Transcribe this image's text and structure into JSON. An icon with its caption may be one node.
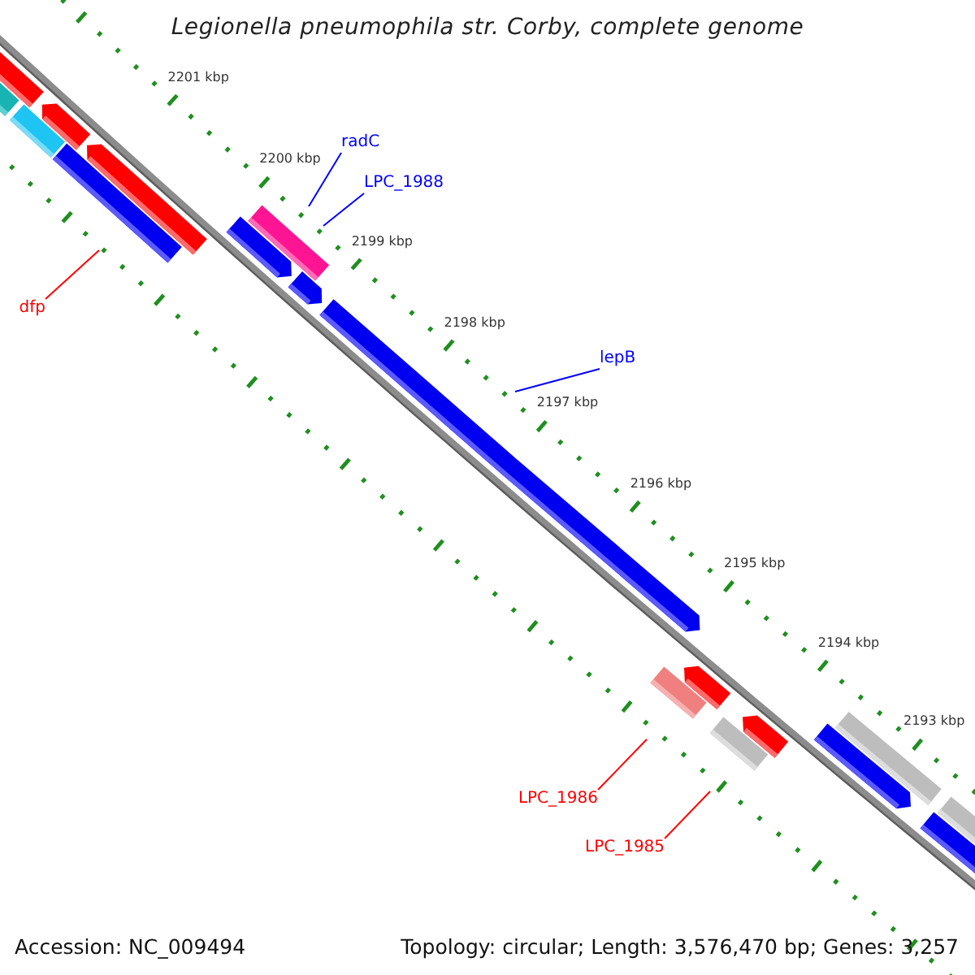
{
  "diagram": {
    "title": "Legionella pneumophila str. Corby, complete genome",
    "nodes": [
      {
        "text": [
          "radC"
        ]
      },
      {
        "text": [
          "LPC_1988"
        ]
      },
      {
        "text": [
          "lepB"
        ]
      },
      {
        "text": [
          "dfp"
        ]
      },
      {
        "text": [
          "LPC_1986"
        ]
      },
      {
        "text": [
          "LPC_1985"
        ]
      }
    ],
    "edges": [
      {
        "from": 0,
        "to": null,
        "arrow": "none",
        "color": "#0000ff"
      },
      {
        "from": 1,
        "to": null,
        "arrow": "none",
        "color": "#0000ff"
      },
      {
        "from": 2,
        "to": null,
        "arrow": "none",
        "color": "#0000ff"
      },
      {
        "from": 3,
        "to": null,
        "arrow": "none",
        "color": "#ff0000"
      },
      {
        "from": 4,
        "to": null,
        "arrow": "none",
        "color": "#ff0000"
      },
      {
        "from": 5,
        "to": null,
        "arrow": "none",
        "color": "#ff0000"
      }
    ],
    "labels": [
      "2201 kbp",
      "2200 kbp",
      "2199 kbp",
      "2198 kbp",
      "2197 kbp",
      "2196 kbp",
      "2195 kbp",
      "2194 kbp",
      "2193 kbp",
      "Accession: NC_009494",
      "Topology: circular; Length: 3,576,470 bp; Genes: 3,257"
    ]
  }
}
